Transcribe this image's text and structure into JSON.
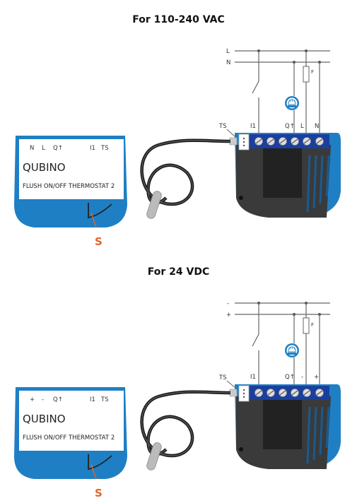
{
  "diagrams": [
    {
      "title": "For 110-240 VAC",
      "line_labels": [
        "L",
        "N"
      ],
      "fuse_label": "F",
      "ts_label": "TS",
      "terminal_labels": [
        "I1",
        "Q↑",
        "L",
        "N"
      ],
      "module_labels": [
        "N",
        "L",
        "Q↑",
        "I1",
        "TS"
      ],
      "brand": "QUBINO",
      "product": "FLUSH ON/OFF THERMOSTAT 2",
      "sensor_label": "S"
    },
    {
      "title": "For 24 VDC",
      "line_labels": [
        "-",
        "+"
      ],
      "fuse_label": "F",
      "ts_label": "TS",
      "terminal_labels": [
        "I1",
        "Q↑",
        "-",
        "+"
      ],
      "module_labels": [
        "+",
        "-",
        "Q↑",
        "I1",
        "TS"
      ],
      "brand": "QUBINO",
      "product": "FLUSH ON/OFF THERMOSTAT 2",
      "sensor_label": "S"
    }
  ],
  "colors": {
    "blue": "#1f7fc4",
    "dark": "#3d3d3d",
    "accent": "#e0662a",
    "terminal_blue": "#1a3f9e"
  }
}
